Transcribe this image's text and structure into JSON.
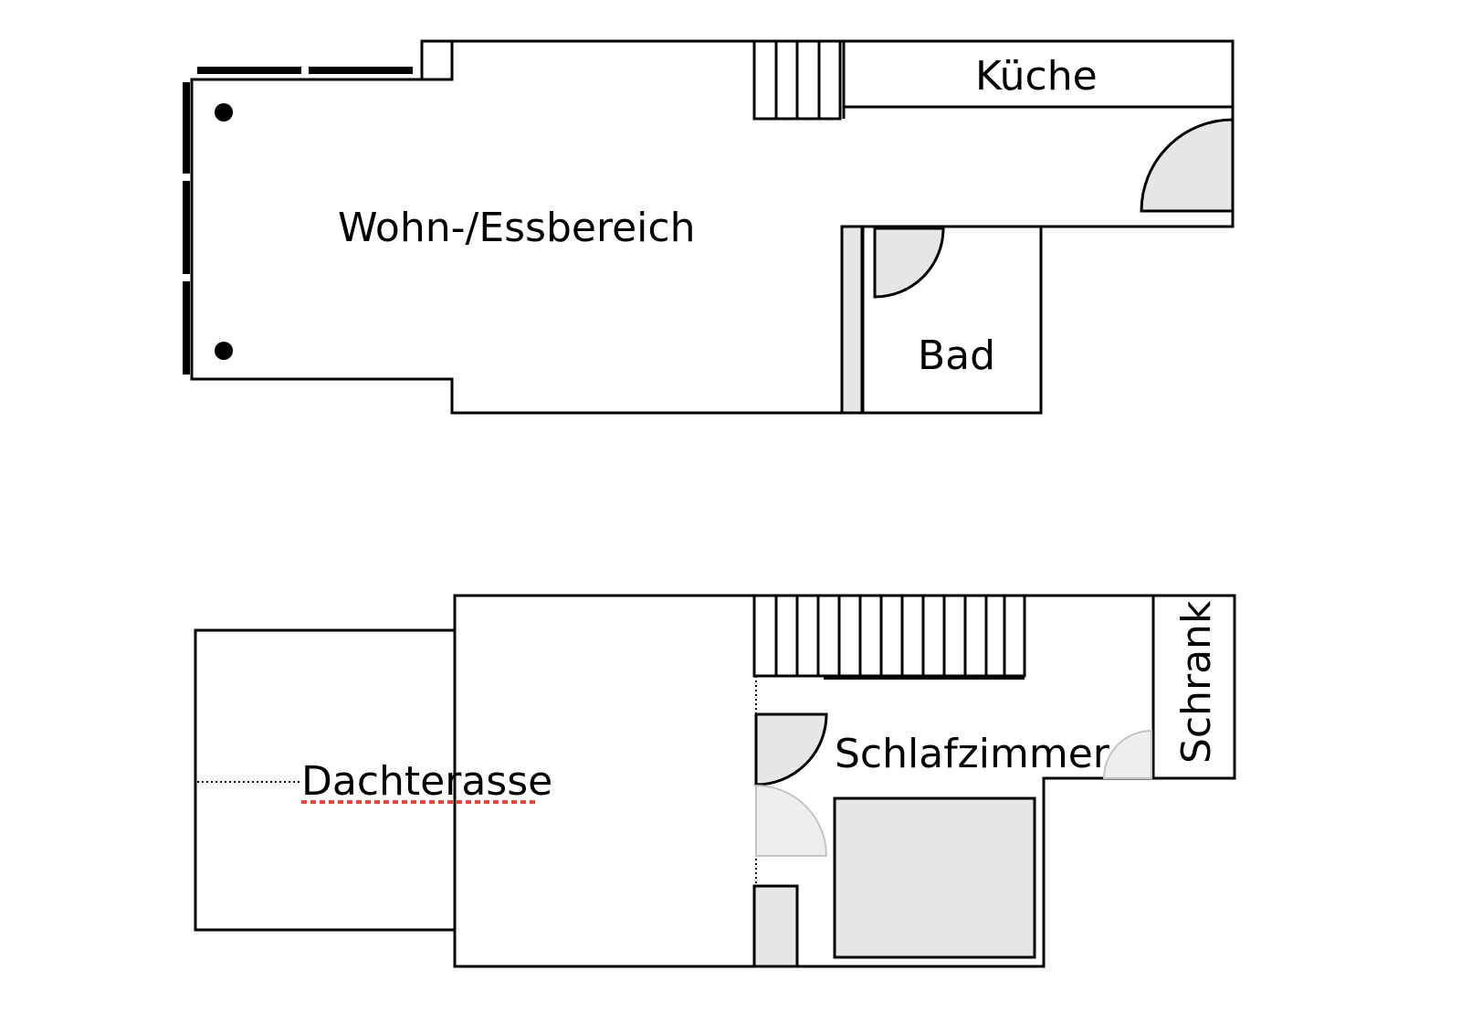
{
  "upper_floor": {
    "rooms": {
      "living_dining": "Wohn-/Essbereich",
      "kitchen": "Küche",
      "bathroom": "Bad"
    }
  },
  "lower_floor": {
    "rooms": {
      "roof_terrace": "Dachterasse",
      "bedroom": "Schlafzimmer",
      "wardrobe": "Schrank"
    }
  }
}
